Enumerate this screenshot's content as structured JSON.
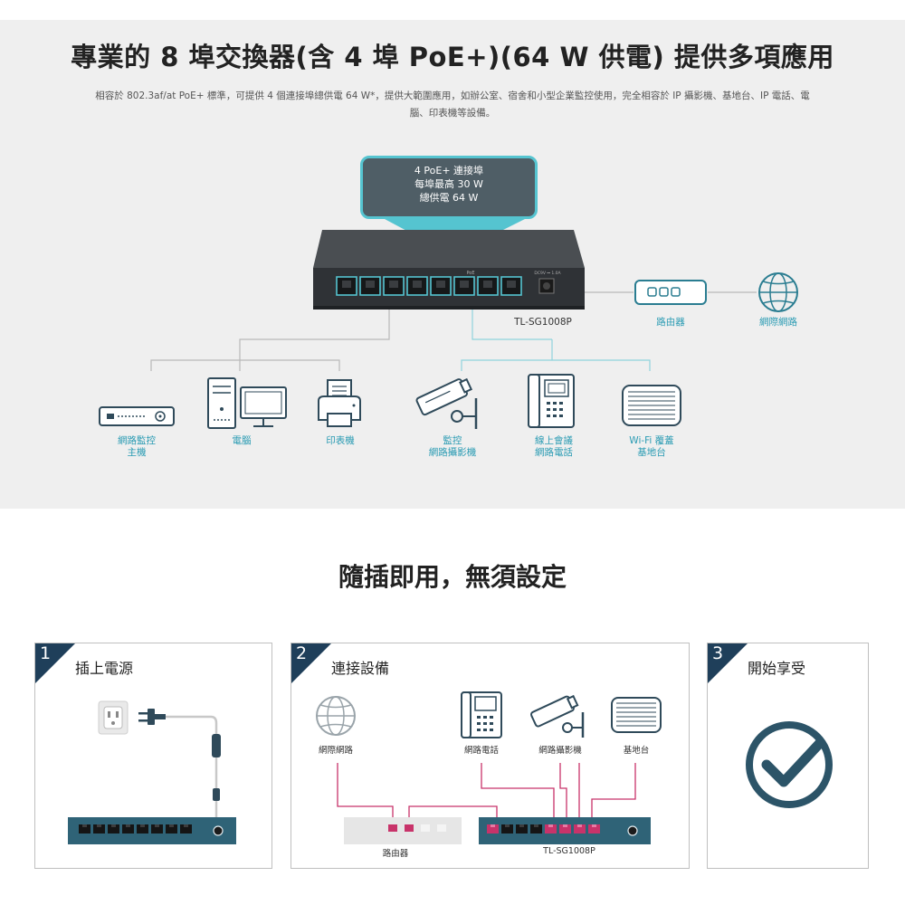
{
  "header": {
    "title": "專業的 8 埠交換器(含 4 埠 PoE+)(64 W 供電) 提供多項應用",
    "intro_line1": "相容於 802.3af/at PoE+ 標準，可提供 4 個連接埠總供電 64 W*，提供大範圍應用，如辦公室、宿舍和小型企業監控使用，完全相容於 IP 攝影機、基地台、IP 電話、電",
    "intro_line2": "腦、印表機等設備。"
  },
  "callout": {
    "line1": "4 PoE+ 連接埠",
    "line2": "每埠最高 30 W",
    "line3": "總供電 64 W"
  },
  "switch_silk": {
    "poe": "PoE",
    "dc": "DC9V ⎓ 1.0A"
  },
  "diagram_labels": {
    "switch": "TL-SG1008P",
    "router": "路由器",
    "internet": "網際網路",
    "nvr_line1": "網路監控",
    "nvr_line2": "主機",
    "pc": "電腦",
    "printer": "印表機",
    "camera_line1": "監控",
    "camera_line2": "網路攝影機",
    "phone_line1": "線上會議",
    "phone_line2": "網路電話",
    "ap_line1": "Wi-Fi 覆蓋",
    "ap_line2": "基地台"
  },
  "section2": {
    "title": "隨插即用，無須設定"
  },
  "steps": [
    {
      "num": "1",
      "title": "插上電源"
    },
    {
      "num": "2",
      "title": "連接設備",
      "labels": {
        "internet": "網際網路",
        "phone": "網路電話",
        "camera": "網路攝影機",
        "ap": "基地台",
        "router": "路由器",
        "switch": "TL-SG1008P"
      }
    },
    {
      "num": "3",
      "title": "開始享受"
    }
  ],
  "colors": {
    "accent": "#55c4d0",
    "line_blue": "#8fd3dc",
    "line_grey": "#b9b9b9",
    "step_badge": "#1f3f5a",
    "switch_blue": "#2f6377",
    "poe_magenta": "#c8336a",
    "check_teal": "#2c5468"
  }
}
